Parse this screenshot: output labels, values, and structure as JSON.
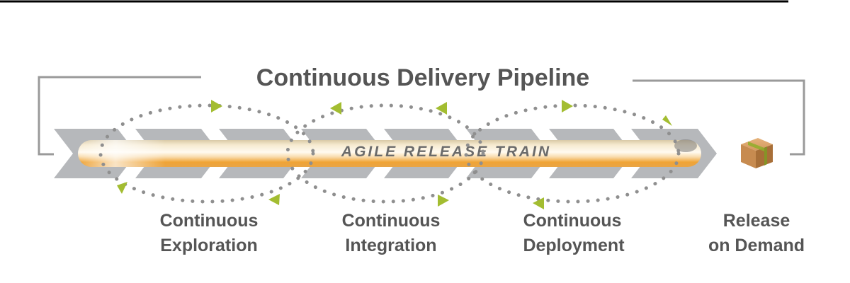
{
  "title": "Continuous Delivery Pipeline",
  "train_label": "AGILE RELEASE TRAIN",
  "stages": [
    {
      "line1": "Continuous",
      "line2": "Exploration"
    },
    {
      "line1": "Continuous",
      "line2": "Integration"
    },
    {
      "line1": "Continuous",
      "line2": "Deployment"
    },
    {
      "line1": "Release",
      "line2": "on Demand"
    }
  ],
  "release_icon": "box-icon",
  "colors": {
    "text": "#555555",
    "chevron": "#b6b8bb",
    "bracket": "#9a9a9a",
    "dots": "#8f8f8f",
    "arrow": "#a3bd31",
    "train_glow": "#f0a020",
    "box": "#c78b50"
  }
}
